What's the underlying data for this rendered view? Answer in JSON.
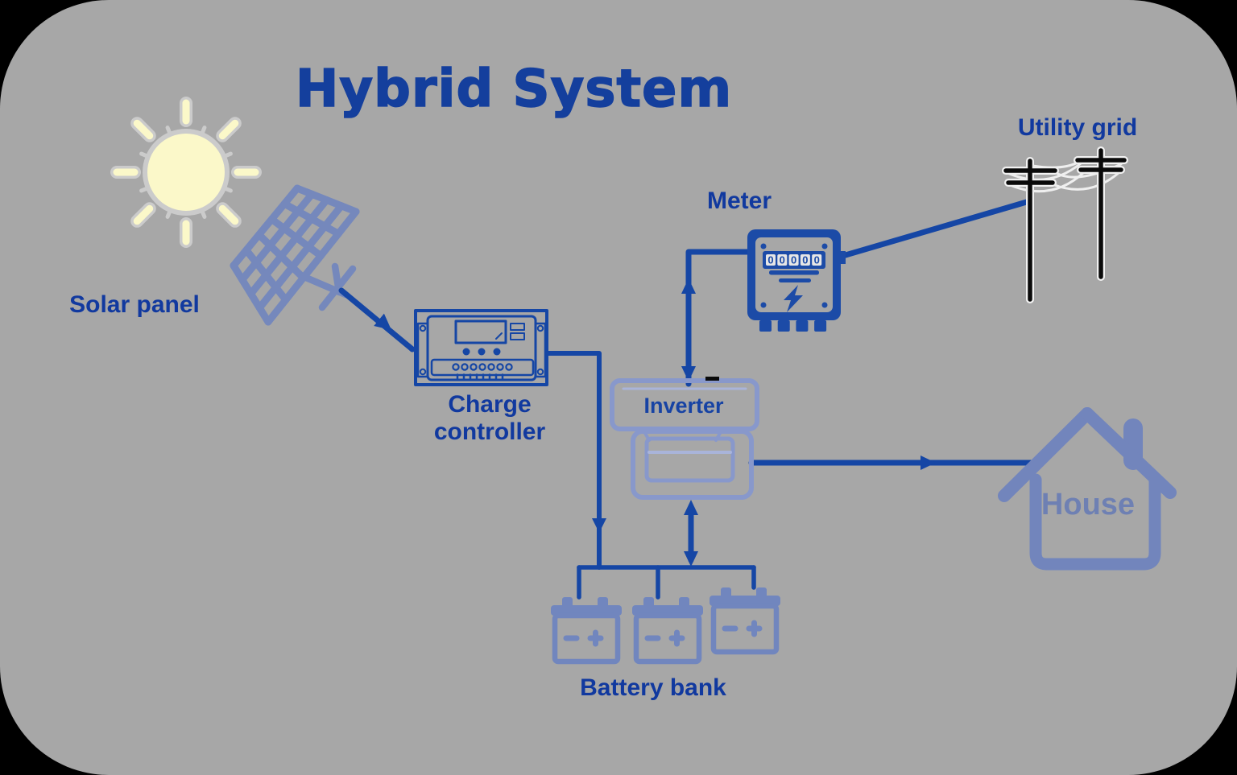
{
  "title": "Hybrid System",
  "labels": {
    "solar_panel": "Solar panel",
    "charge_controller_line1": "Charge",
    "charge_controller_line2": "controller",
    "meter": "Meter",
    "utility_grid": "Utility grid",
    "inverter": "Inverter",
    "house": "House",
    "battery_bank": "Battery bank"
  },
  "meter": {
    "digits": [
      "0",
      "0",
      "0",
      "0",
      "0"
    ]
  },
  "colors": {
    "background": "#A7A7A7",
    "frame_black": "#000000",
    "title_blue": "#143F9D",
    "label_blue": "#11399F",
    "line_blue": "#1546A5",
    "deep_blue": "#1C4BA7",
    "muted_blue": "#7186BE",
    "device_blue": "#8898CB",
    "device_blue_light": "#A9B4DA",
    "house_blue": "#7285BC",
    "house_text": "#6E80B3",
    "sun_fill": "#FBF8C9",
    "sun_stroke": "#CBCBCB",
    "wire_white": "#EFEFEF",
    "pole_halo": "#F2F2F2",
    "pole_black": "#0A0A0A",
    "digit_box": "#E6E6E6"
  }
}
